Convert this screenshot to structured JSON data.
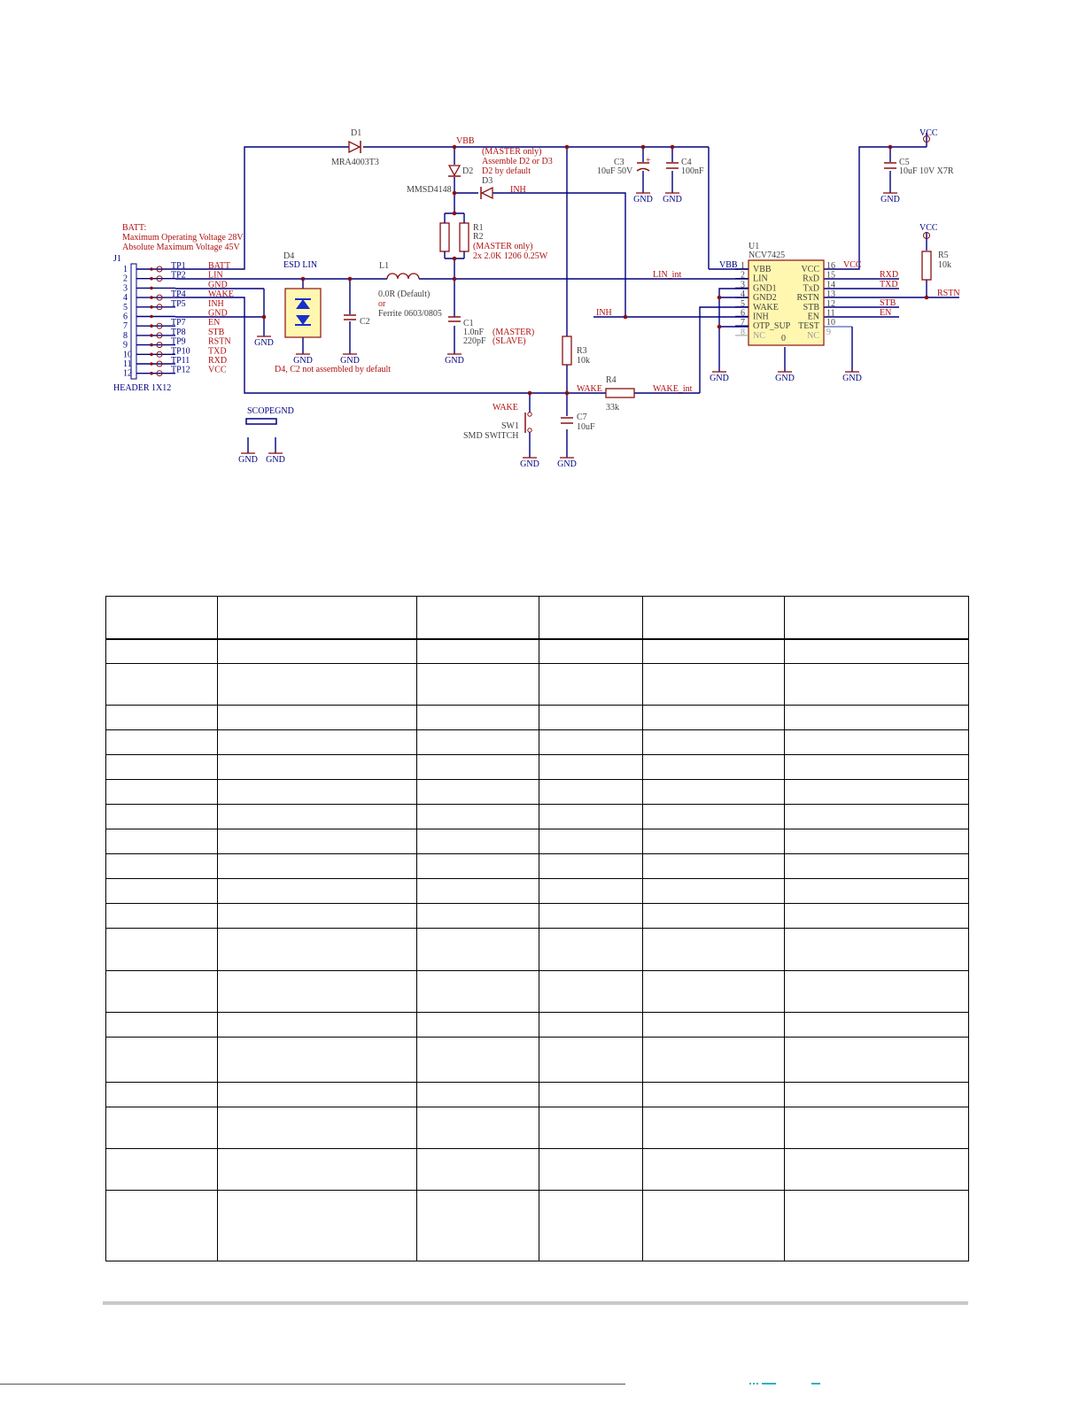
{
  "schematic": {
    "connector": {
      "ref": "J1",
      "name": "HEADER 1X12",
      "pins": [
        "1",
        "2",
        "3",
        "4",
        "5",
        "6",
        "7",
        "8",
        "9",
        "10",
        "11",
        "12"
      ],
      "signals": [
        "BATT",
        "LIN",
        "GND",
        "WAKE",
        "INH",
        "GND",
        "EN",
        "STB",
        "RSTN",
        "TXD",
        "RXD",
        "VCC"
      ],
      "testpoints": [
        "TP1",
        "TP2",
        "TP4",
        "TP5",
        "TP7",
        "TP8",
        "TP9",
        "TP10",
        "TP11",
        "TP12"
      ]
    },
    "notes": {
      "batt_title": "BATT:",
      "batt_line1": "Maximum Operating Voltage 28V",
      "batt_line2": "Absolute Maximum Voltage 45V",
      "master_line1": "(MASTER only)",
      "master_line2": "Assemble D2 or D3",
      "master_line3": "D2 by default",
      "r2_master": "(MASTER only)",
      "r2_value": "2x 2.0K 1206 0.25W",
      "d4_note": "D4, C2 not assembled by default",
      "c1_master": "(MASTER)",
      "c1_slave": "(SLAVE)"
    },
    "parts": {
      "d1_ref": "D1",
      "d1_val": "MRA4003T3",
      "d2_ref": "D2",
      "d2_val": "MMSD4148",
      "d3_ref": "D3",
      "d4_ref": "D4",
      "d4_val": "ESD LIN",
      "l1_ref": "L1",
      "l1_val1": "0.0R (Default)",
      "l1_or": "or",
      "l1_val2": "Ferrite 0603/0805",
      "c1_ref": "C1",
      "c1_val1": "1.0nF",
      "c1_val2": "220pF",
      "c2_ref": "C2",
      "c3_ref": "C3",
      "c3_val": "10uF 50V",
      "c4_ref": "C4",
      "c4_val": "100nF",
      "c5_ref": "C5",
      "c5_val": "10uF 10V X7R",
      "c7_ref": "C7",
      "c7_val": "10uF",
      "r1_ref": "R1",
      "r2_ref": "R2",
      "r3_ref": "R3",
      "r3_val": "10k",
      "r4_ref": "R4",
      "r4_val": "33k",
      "r5_ref": "R5",
      "r5_val": "10k",
      "sw1_ref": "SW1",
      "sw1_val": "SMD SWITCH",
      "scope": "SCOPEGND"
    },
    "nets": {
      "vbb": "VBB",
      "vcc": "VCC",
      "gnd": "GND",
      "inh": "INH",
      "wake": "WAKE",
      "lin_int": "LIN_int",
      "wake_int": "WAKE_int",
      "rxd": "RXD",
      "txd": "TXD",
      "rstn": "RSTN",
      "stb": "STB",
      "en": "EN"
    },
    "ic": {
      "ref": "U1",
      "name": "NCV7425",
      "left_pins": [
        "1",
        "2",
        "3",
        "4",
        "5",
        "6",
        "7",
        "8"
      ],
      "left_names": [
        "VBB",
        "LIN",
        "GND1",
        "GND2",
        "WAKE",
        "INH",
        "OTP_SUP",
        "NC"
      ],
      "right_pins": [
        "16",
        "15",
        "14",
        "13",
        "12",
        "11",
        "10",
        "9"
      ],
      "right_names": [
        "VCC",
        "RxD",
        "TxD",
        "RSTN",
        "STB",
        "EN",
        "TEST",
        "NC"
      ],
      "pad": "0"
    }
  },
  "table": {
    "rows": 20,
    "columns": 6
  }
}
